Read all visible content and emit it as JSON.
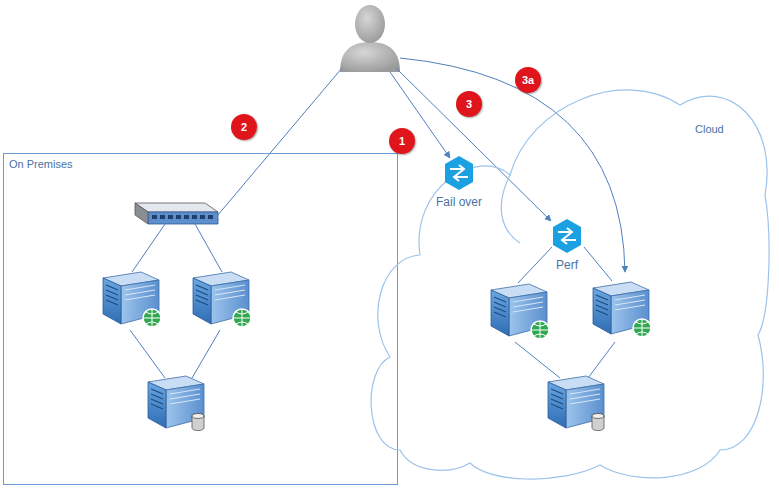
{
  "diagram": {
    "nodes": [
      {
        "text": [
          "On Premises"
        ]
      },
      {
        "text": [
          "Cloud"
        ]
      },
      {
        "text": [
          "Fail over"
        ],
        "in": 1
      },
      {
        "text": [
          "Perf"
        ],
        "in": 1
      }
    ],
    "labels": [
      "1",
      "2",
      "3",
      "3a"
    ]
  }
}
